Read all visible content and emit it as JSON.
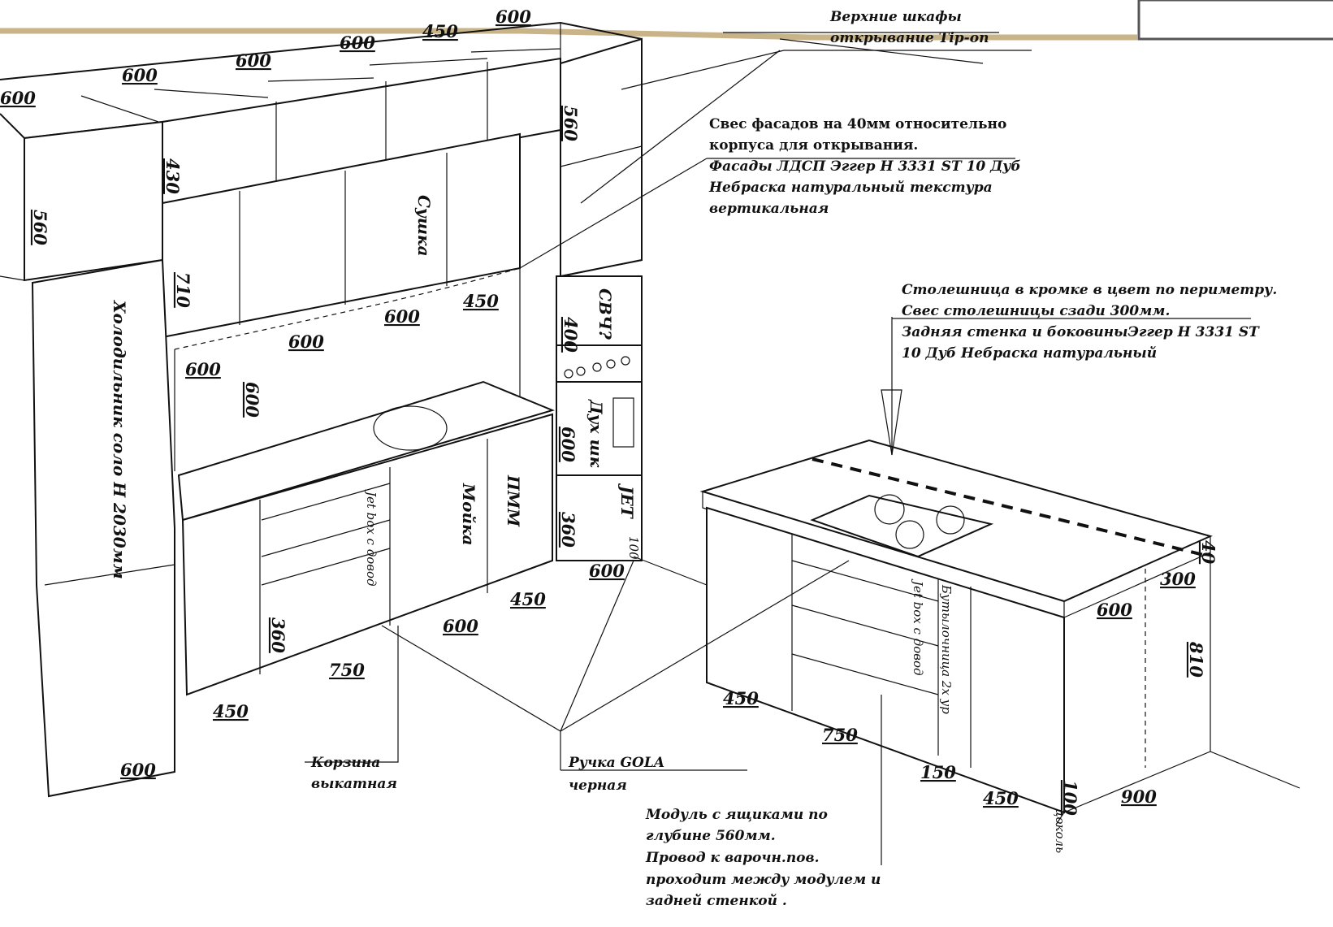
{
  "annotations": {
    "upper_title": "Верхние шкафы",
    "upper_sub": "открывание Tip-on",
    "facade_1": "Свес фасадов на 40мм относительно",
    "facade_2": "корпуса для открывания.",
    "facade_3": "Фасады ЛДСП Эггер H 3331 ST 10 Дуб",
    "facade_4": "Небраска натуральный текстура",
    "facade_5": "вертикальная",
    "top_1": "Столешница в кромке в цвет по периметру.",
    "top_2": "Свес столешницы сзади 300мм.",
    "top_3": "Задняя стенка и боковиныЭггер H 3331 ST",
    "top_4": "10 Дуб Небраска натуральный",
    "basket_1": "Корзина",
    "basket_2": "выкатная",
    "handle_1": "Ручка GOLA",
    "handle_2": "черная",
    "module_1": "Модуль с ящиками по",
    "module_2": "глубине 560мм.",
    "module_3": "Провод к варочн.пов.",
    "module_4": "проходит между модулем и",
    "module_5": "задней стенкой ."
  },
  "labels": {
    "fridge": "Холодильник соло  Н 2030мм",
    "dryer": "Сушка",
    "sink": "Мойка",
    "dishwasher": "ПММ",
    "microwave": "СВЧ?",
    "oven": "Дух шк",
    "jet": "JET",
    "jetbox1": "Jet box с довод",
    "jetbox2": "Jet box с довод",
    "bottles": "Бутылочница  2х ур",
    "plinth": "цоколь"
  },
  "dims": {
    "d600_a": "600",
    "d600_b": "600",
    "d600_c": "600",
    "d600_d": "600",
    "d600_e": "600",
    "d450_top": "450",
    "d560_l": "560",
    "d560_r": "560",
    "d430": "430",
    "d710": "710",
    "d400": "400",
    "d600_oven": "600",
    "d360_r": "360",
    "d100_r": "100",
    "d600_w1": "600",
    "d600_w2": "600",
    "d600_w3": "600",
    "d450_w": "450",
    "d600_h": "600",
    "d360_l": "360",
    "d600_b1": "600",
    "d450_b1": "450",
    "d600_b2": "600",
    "d750_b": "750",
    "d450_b2": "450",
    "d600_fridge": "600",
    "d40": "40",
    "d300": "300",
    "d600_i": "600",
    "d810": "810",
    "d450_i": "450",
    "d750_i": "750",
    "d150_i": "150",
    "d450_i2": "450",
    "d900_i": "900",
    "d100_i": "100"
  }
}
